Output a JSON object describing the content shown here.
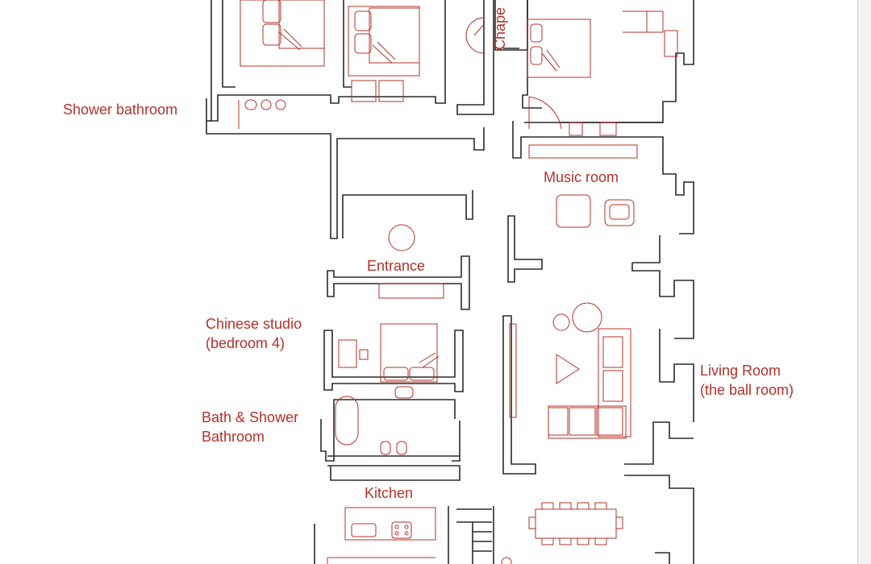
{
  "rooms": {
    "chapel": "Chape",
    "shower_bathroom": "Shower bathroom",
    "music_room": "Music room",
    "entrance": "Entrance",
    "chinese_studio_line1": "Chinese studio",
    "chinese_studio_line2": "(bedroom 4)",
    "bath_shower_line1": "Bath & Shower",
    "bath_shower_line2": "Bathroom",
    "living_room_line1": "Living Room",
    "living_room_line2": "(the ball room)",
    "kitchen": "Kitchen"
  },
  "colors": {
    "label": "#b5312a",
    "furniture": "#b5312a",
    "walls": "#2a2a2a",
    "background": "#ffffff"
  }
}
